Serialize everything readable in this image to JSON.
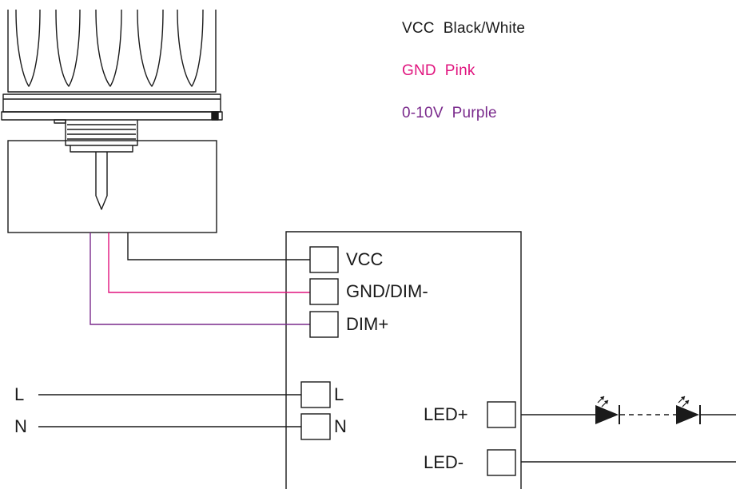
{
  "legend": {
    "vcc": {
      "label": "VCC",
      "color_name": "Black/White",
      "color": "#1a1a1a"
    },
    "gnd": {
      "label": "GND",
      "color_name": "Pink",
      "color": "#e0147e"
    },
    "dim": {
      "label": "0-10V",
      "color_name": "Purple",
      "color": "#7a2a8c"
    }
  },
  "driver": {
    "terminals": {
      "vcc": "VCC",
      "gnd_dim": "GND/DIM-",
      "dim_plus": "DIM+",
      "l": "L",
      "n": "N",
      "led_plus": "LED+",
      "led_minus": "LED-"
    }
  },
  "mains": {
    "l": "L",
    "n": "N"
  },
  "icons": {
    "sensor": "sensor-head-icon",
    "led": "led-diode-icon"
  }
}
